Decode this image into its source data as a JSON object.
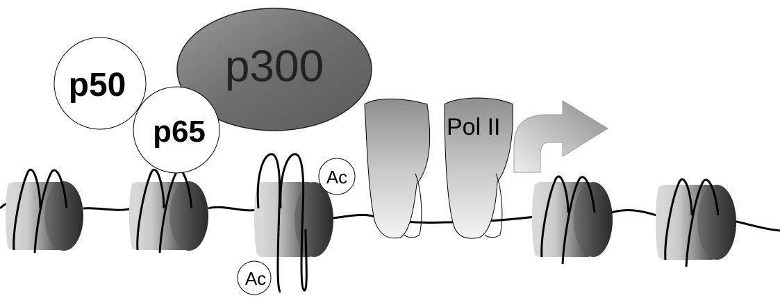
{
  "labels": {
    "p50": "p50",
    "p65": "p65",
    "p300": "p300",
    "ac_top": "Ac",
    "ac_bottom": "Ac",
    "pol": "Pol II"
  },
  "colors": {
    "histone_light": "#e8e8e8",
    "histone_dark": "#3a3a3a",
    "dna": "#000000",
    "p300_fill": "#7a7a7a",
    "pol_light": "#f2f2f2",
    "pol_dark": "#8a8a8a",
    "arrow_light": "#f0f0f0",
    "arrow_dark": "#8a8a8a"
  }
}
